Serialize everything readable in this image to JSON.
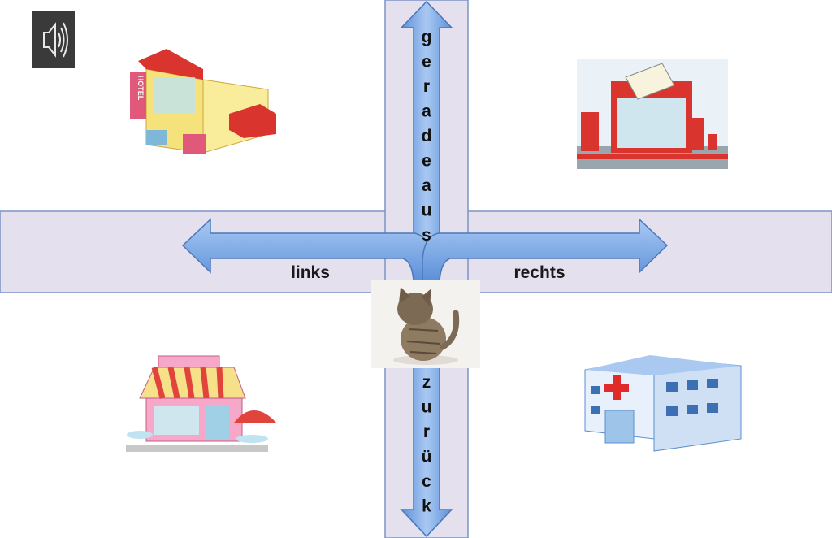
{
  "labels": {
    "up_word": "geradeaus",
    "down_word": "zurück",
    "left_word": "links",
    "right_word": "rechts"
  },
  "icons": {
    "sound": "speaker-icon",
    "top_left": "hotel-building-icon",
    "top_right": "post-office-icon",
    "bottom_left": "cafe-shop-icon",
    "bottom_right": "hospital-icon",
    "center": "kitten-photo"
  },
  "colors": {
    "road": "#e5e0ee",
    "road_border": "#7c93c3",
    "arrow": "#6fa3e6",
    "arrow_border": "#4a78b8"
  }
}
